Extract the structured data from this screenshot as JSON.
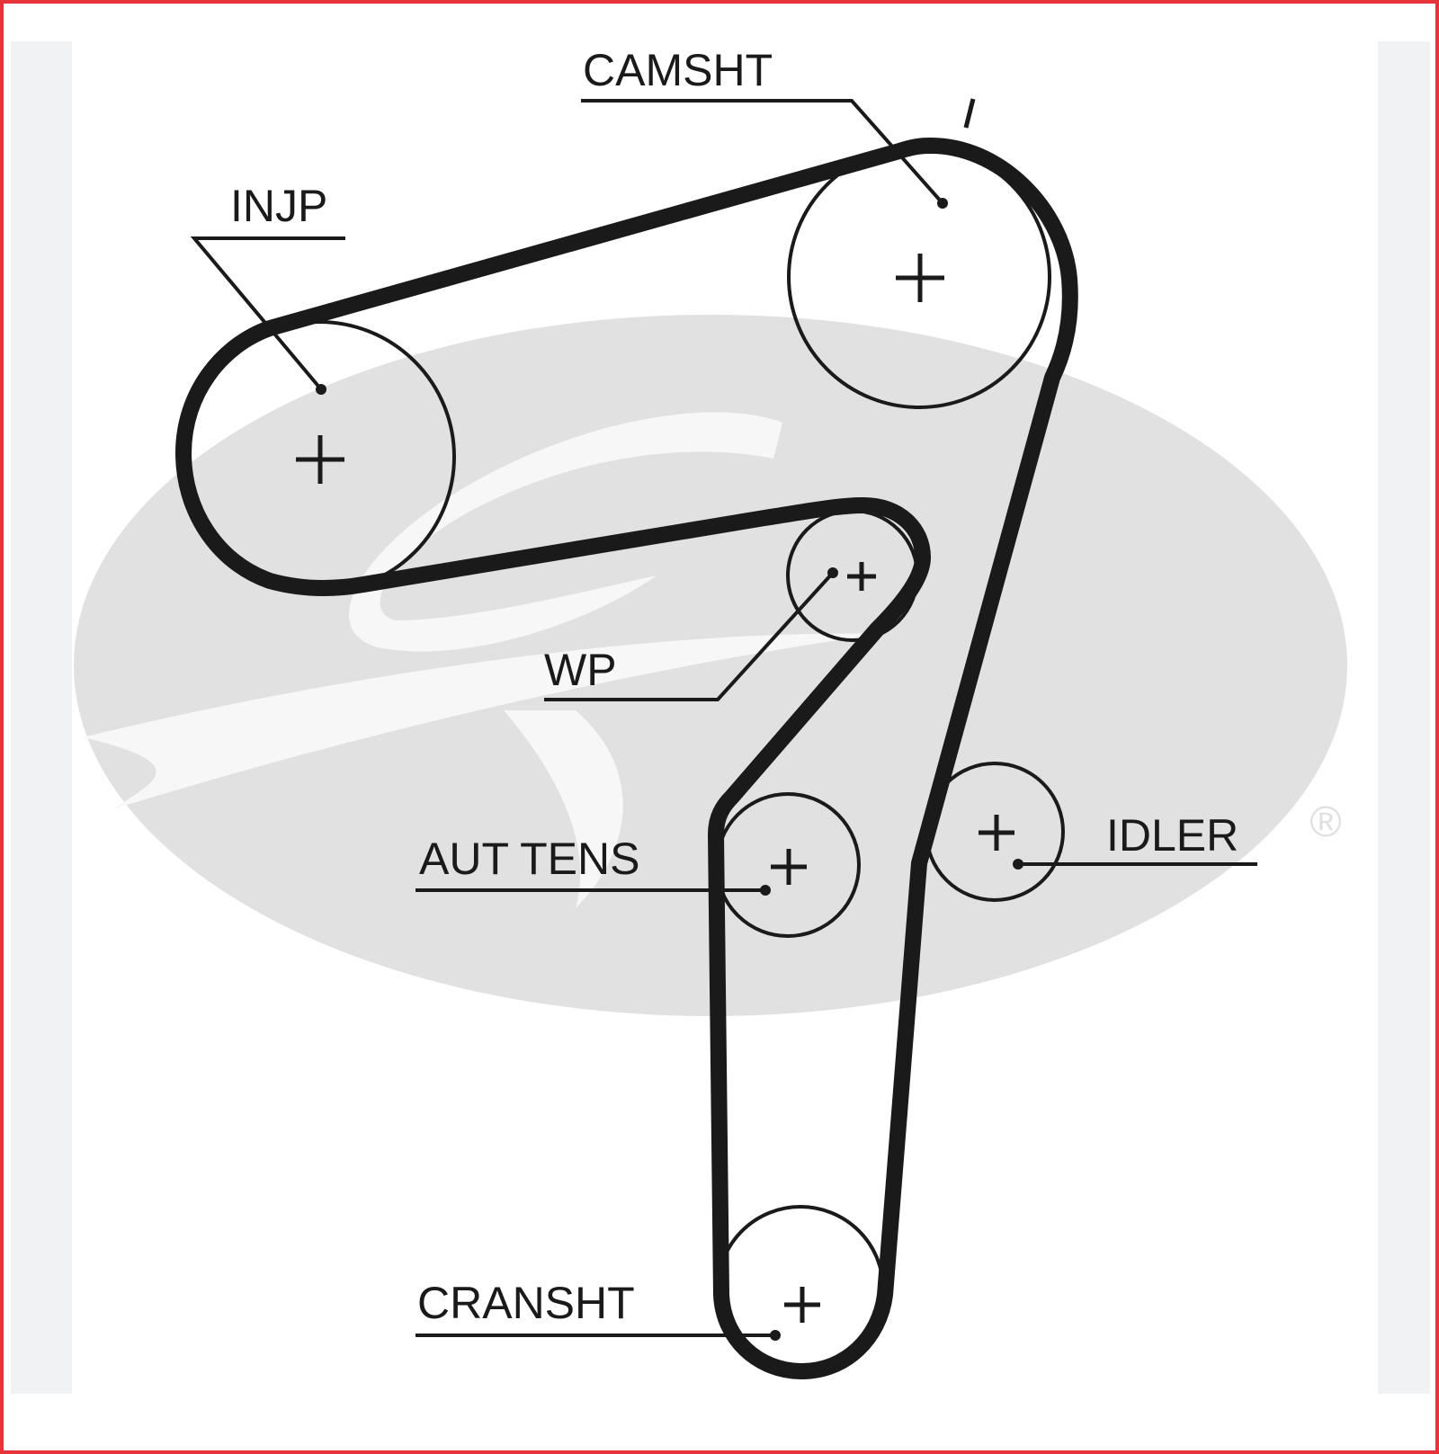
{
  "colors": {
    "frame": "#e8333a",
    "belt": "#1a1a1a",
    "watermark": "#e1e1e1",
    "side_strips": "#f1f2f4"
  },
  "watermark": {
    "brand": "Gates",
    "registered_mark": "®"
  },
  "labels": {
    "camshaft": "CAMSHT",
    "injection_pump": "INJP",
    "water_pump": "WP",
    "auto_tensioner": "AUT TENS",
    "idler": "IDLER",
    "crankshaft": "CRANSHT"
  },
  "marks": {
    "timing_mark": "/"
  }
}
